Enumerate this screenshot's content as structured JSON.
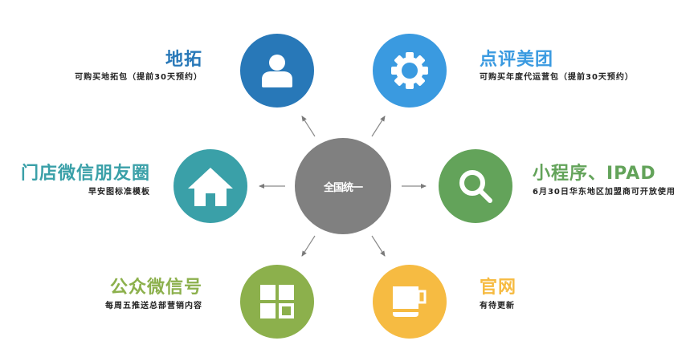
{
  "center": {
    "label": "全国统一",
    "color": "#808080"
  },
  "nodes": [
    {
      "id": "ditu",
      "title": "地拓",
      "subtitle": "可购买地拓包（提前30天预约）",
      "color": "#2878b8",
      "icon": "user-icon"
    },
    {
      "id": "dianping",
      "title": "点评美团",
      "subtitle": "可购买年度代运营包（提前30天预约）",
      "color": "#3a9ae0",
      "icon": "gear-icon"
    },
    {
      "id": "mendian",
      "title": "门店微信朋友圈",
      "subtitle": "早安图标准模板",
      "color": "#3aa0a8",
      "icon": "home-icon"
    },
    {
      "id": "xiaochengxu",
      "title": "小程序、IPAD",
      "subtitle": "6月30日华东地区加盟商可开放使用",
      "color": "#63a35a",
      "icon": "search-icon"
    },
    {
      "id": "gongzhonghao",
      "title": "公众微信号",
      "subtitle": "每周五推送总部营销内容",
      "color": "#8cb04c",
      "icon": "grid-icon"
    },
    {
      "id": "guanwang",
      "title": "官网",
      "subtitle": "有待更新",
      "color": "#f6bb42",
      "icon": "cup-icon"
    }
  ]
}
